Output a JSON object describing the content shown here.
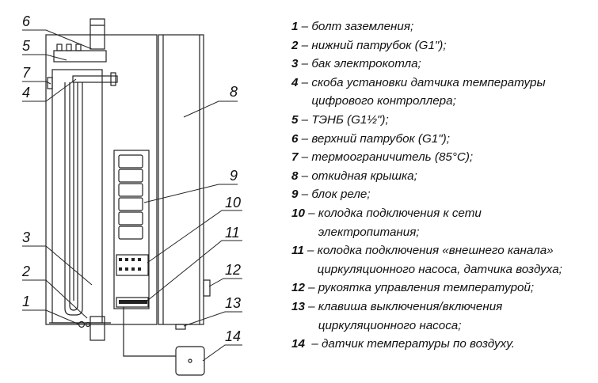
{
  "callouts": [
    "1",
    "2",
    "3",
    "4",
    "5",
    "6",
    "7",
    "8",
    "9",
    "10",
    "11",
    "12",
    "13",
    "14"
  ],
  "legend": [
    {
      "num": "1",
      "text": "болт заземления;"
    },
    {
      "num": "2",
      "text": "нижний патрубок (G1\");"
    },
    {
      "num": "3",
      "text": "бак электрокотла;"
    },
    {
      "num": "4",
      "text": "скоба установки датчика температуры\nцифрового контроллера;"
    },
    {
      "num": "5",
      "text": "ТЭНБ (G1½\");"
    },
    {
      "num": "6",
      "text": "верхний патрубок (G1\");"
    },
    {
      "num": "7",
      "text": "термоограничитель (85°С);"
    },
    {
      "num": "8",
      "text": "откидная крышка;"
    },
    {
      "num": "9",
      "text": "блок реле;"
    },
    {
      "num": "10",
      "text": "колодка подключения к сети\nэлектропитания;"
    },
    {
      "num": "11",
      "text": "колодка подключения «внешнего канала»\nциркуляционного насоса, датчика воздуха;"
    },
    {
      "num": "12",
      "text": "рукоятка управления температурой;"
    },
    {
      "num": "13",
      "text": "клавиша выключения/включения\nциркуляционного насоса;"
    },
    {
      "num": "14",
      "text": "датчик температуры по воздуху."
    }
  ]
}
